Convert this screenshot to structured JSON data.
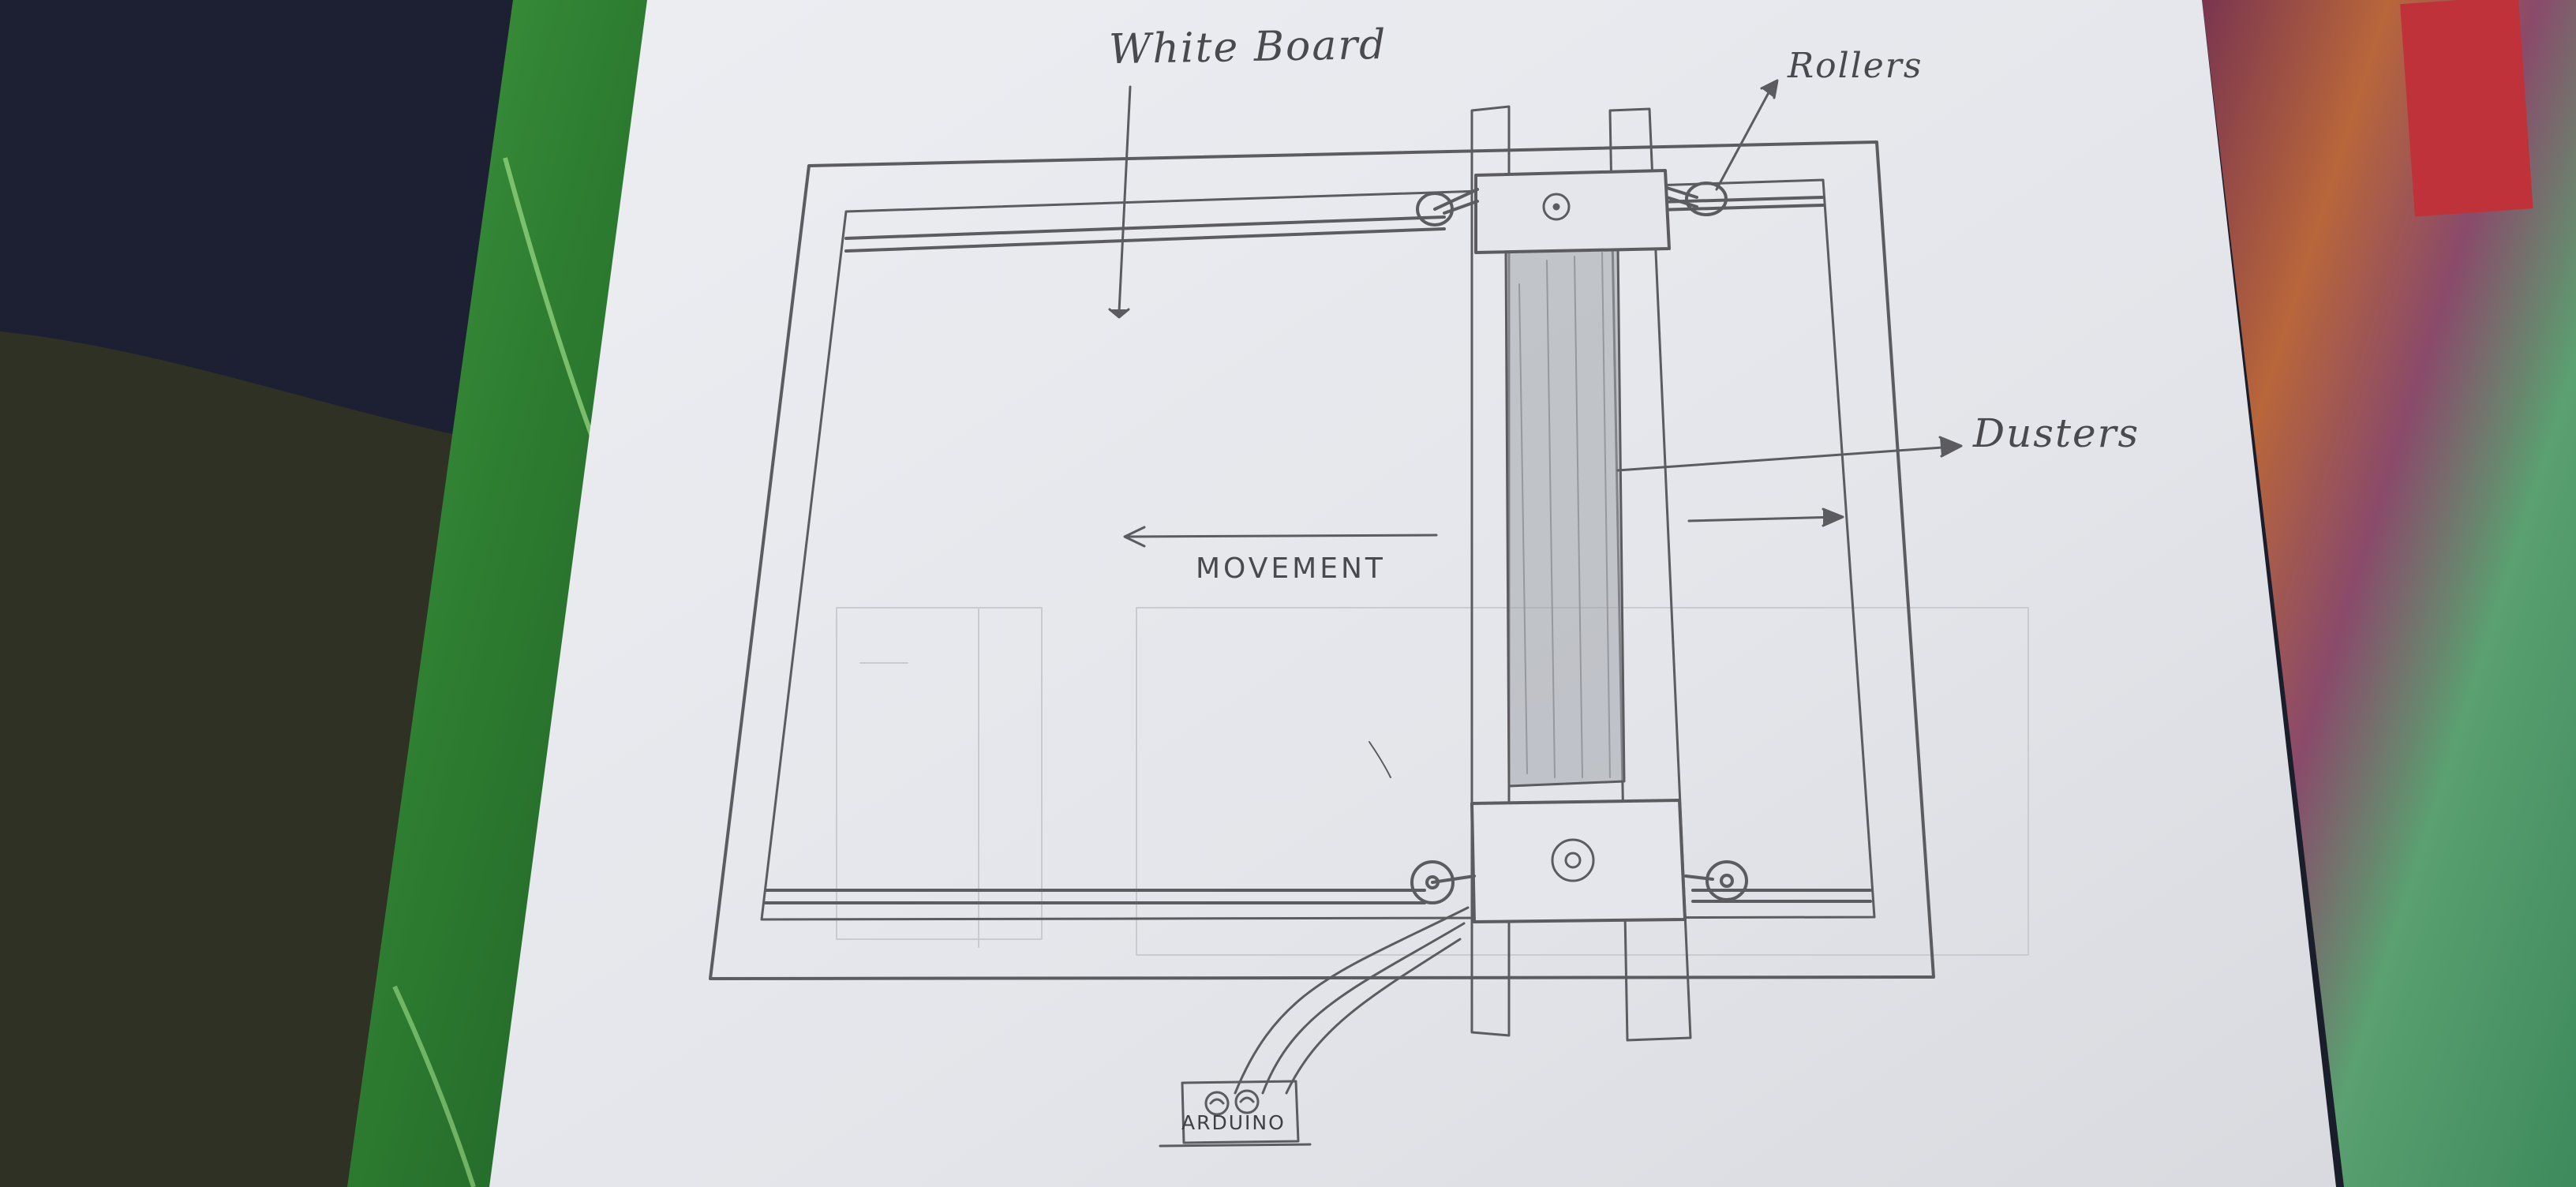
{
  "labels": {
    "white_board": "White Board",
    "rollers": "Rollers",
    "dusters": "Dusters",
    "movement": "MOVEMENT",
    "arduino": "ARDUINO"
  },
  "colors": {
    "paper": "#e7e9ee",
    "pencil": "#5c5c60",
    "shading": "#9a9ca2",
    "leaf_green": "#2f7d33",
    "fabric_navy": "#1c2032",
    "fabric_olive": "#2e3124"
  }
}
